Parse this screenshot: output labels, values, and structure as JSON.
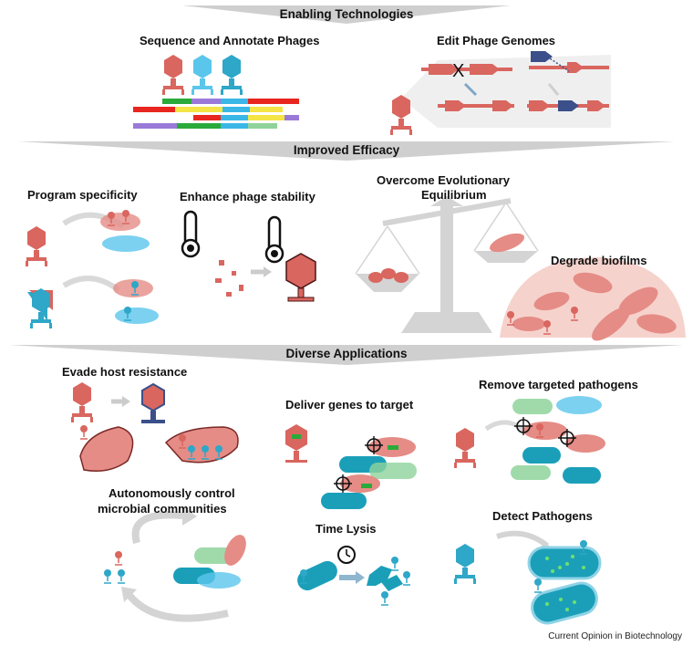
{
  "sections": {
    "enabling": "Enabling Technologies",
    "efficacy": "Improved Efficacy",
    "applications": "Diverse Applications"
  },
  "labels": {
    "sequence": "Sequence and Annotate Phages",
    "edit": "Edit Phage Genomes",
    "program": "Program specificity",
    "stability": "Enhance phage stability",
    "evolution_line1": "Overcome Evolutionary",
    "evolution_line2": "Equilibrium",
    "biofilms": "Degrade biofilms",
    "evade": "Evade host resistance",
    "deliver": "Deliver genes to target",
    "remove": "Remove targeted pathogens",
    "autonomous_line1": "Autonomously control",
    "autonomous_line2": "microbial communities",
    "time_lysis": "Time Lysis",
    "detect": "Detect Pathogens"
  },
  "credit": "Current Opinion in Biotechnology",
  "colors": {
    "phage_red": "#d9665f",
    "phage_blue": "#2ea7c8",
    "light_blue": "#5bc6ec",
    "bacteria_red": "#e58c86",
    "bacteria_green": "#8fd39b",
    "bacteria_teal": "#1b9fb9",
    "navy": "#3b4f8a",
    "grey": "#cccccc",
    "gene_green": "#2aaa3a",
    "gene_purple": "#9a7ad9",
    "gene_blue": "#3ab7e7",
    "gene_yellow": "#f4e446",
    "gene_red": "#e8261f"
  },
  "icons": [
    "phage-icon",
    "bacterium-icon",
    "thermometer-icon",
    "scale-icon",
    "crosshair-icon",
    "clock-icon",
    "arrow-icon"
  ]
}
